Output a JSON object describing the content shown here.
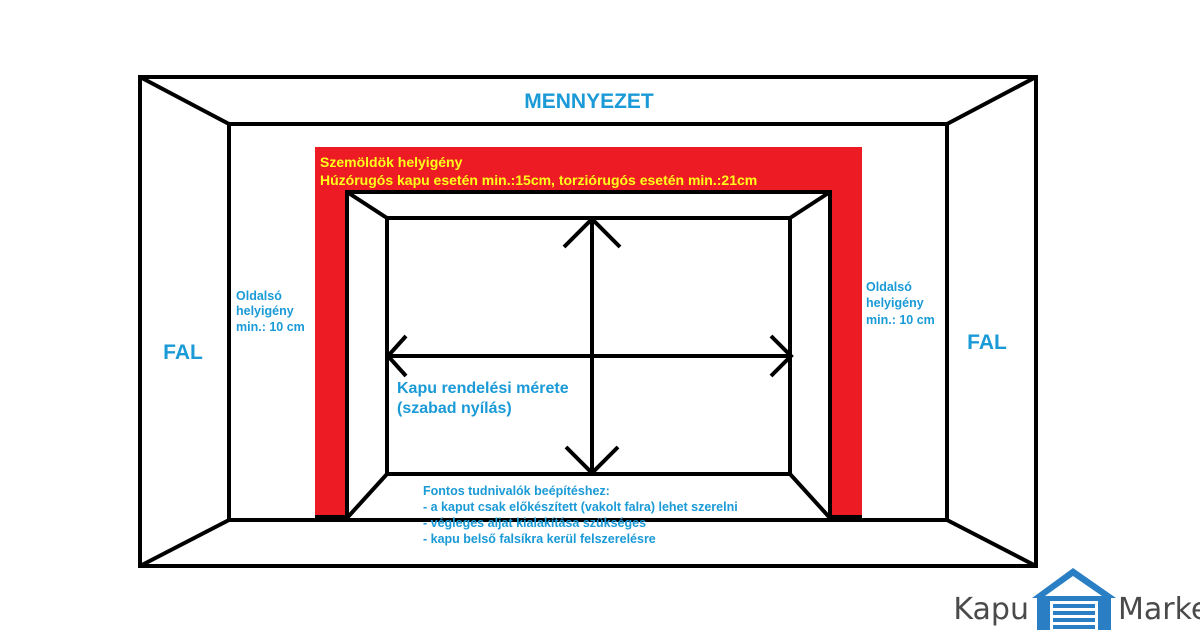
{
  "labels": {
    "ceiling": "MENNYEZET",
    "wall_left": "FAL",
    "wall_right": "FAL",
    "lintel_title": "Szemöldök helyigény",
    "lintel_detail": "Húzórugós kapu esetén min.:15cm, torziórugós  esetén min.:21cm",
    "side_left_line1": "Oldalsó",
    "side_left_line2": "helyigény",
    "side_left_line3": "min.: 10 cm",
    "side_right_line1": "Oldalsó",
    "side_right_line2": "helyigény",
    "side_right_line3": "min.: 10 cm",
    "opening_line1": "Kapu rendelési mérete",
    "opening_line2": "(szabad nyílás)"
  },
  "notes": {
    "title": "Fontos tudnivalók beépítéshez:",
    "items": [
      "- a kaput csak előkészített (vakolt falra) lehet szerelni",
      "- végleges aljat kialakítása szükséges",
      "- kapu belső falsíkra kerül felszerelésre"
    ]
  },
  "logo": {
    "left": "Kapu",
    "right": "Market",
    "icon": "garage-door-icon"
  },
  "colors": {
    "accent": "#1a9ad6",
    "lintel": "#ed1c24",
    "lintel_text": "#ffff1a",
    "line": "#000000",
    "logo_blue": "#2a7fc4",
    "logo_gray": "#4a4a4a"
  }
}
